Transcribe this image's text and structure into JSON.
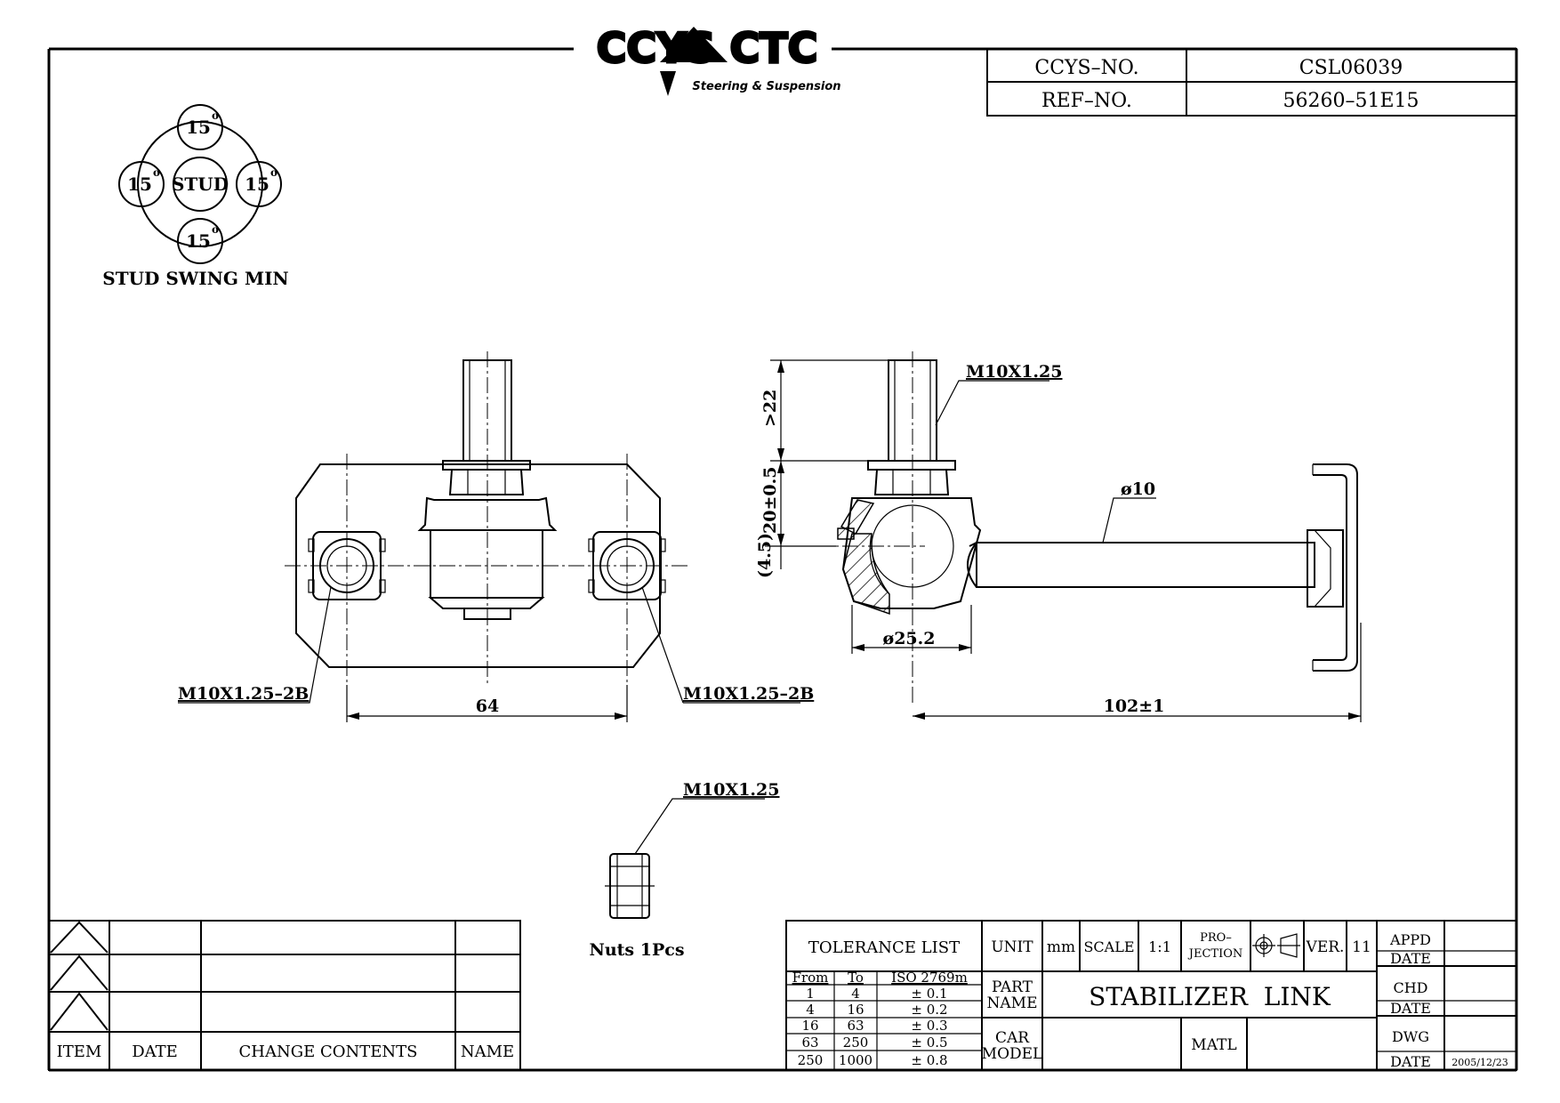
{
  "logo": {
    "text": "CCYS CTC",
    "tagline": "Steering & Suspension"
  },
  "title_block_top": {
    "ccys_no_label": "CCYS–NO.",
    "ccys_no_value": "CSL06039",
    "ref_no_label": "REF–NO.",
    "ref_no_value": "56260–51E15"
  },
  "stud_swing": {
    "center_label": "STUD",
    "angle_top": "15",
    "angle_left": "15",
    "angle_right": "15",
    "angle_bottom": "15",
    "degree_mark": "o",
    "caption": "STUD SWING MIN"
  },
  "front_view": {
    "thread_left": "M10X1.25–2B",
    "thread_right": "M10X1.25–2B",
    "dim_width": "64"
  },
  "side_view": {
    "stud_thread": "M10X1.25",
    "dim_stud_length": ">22",
    "dim_height": "20±0.5",
    "dim_offset": "(4.5)",
    "dim_ball_dia": "ø25.2",
    "dim_rod_dia": "ø10",
    "dim_length": "102±1"
  },
  "nut": {
    "thread": "M10X1.25",
    "caption": "Nuts 1Pcs"
  },
  "revision_block": {
    "headers": {
      "item": "ITEM",
      "date": "DATE",
      "change": "CHANGE CONTENTS",
      "name": "NAME"
    }
  },
  "tolerance": {
    "title": "TOLERANCE LIST",
    "col_from": "From",
    "col_to": "To",
    "col_std": "ISO 2769m",
    "rows": [
      [
        "1",
        "4",
        "± 0.1"
      ],
      [
        "4",
        "16",
        "± 0.2"
      ],
      [
        "16",
        "63",
        "± 0.3"
      ],
      [
        "63",
        "250",
        "± 0.5"
      ],
      [
        "250",
        "1000",
        "± 0.8"
      ]
    ]
  },
  "title_block": {
    "unit_label": "UNIT",
    "unit_value": "mm",
    "scale_label": "SCALE",
    "scale_value": "1:1",
    "projection_label_1": "PRO–",
    "projection_label_2": "JECTION",
    "ver_label": "VER.",
    "ver_value": "11",
    "part_name_label_1": "PART",
    "part_name_label_2": "NAME",
    "part_name_value": "STABILIZER  LINK",
    "car_model_label_1": "CAR",
    "car_model_label_2": "MODEL",
    "matl_label": "MATL",
    "appd_label": "APPD",
    "chd_label": "CHD",
    "dwg_label": "DWG",
    "date_label": "DATE",
    "dwg_date_value": "2005/12/23"
  }
}
